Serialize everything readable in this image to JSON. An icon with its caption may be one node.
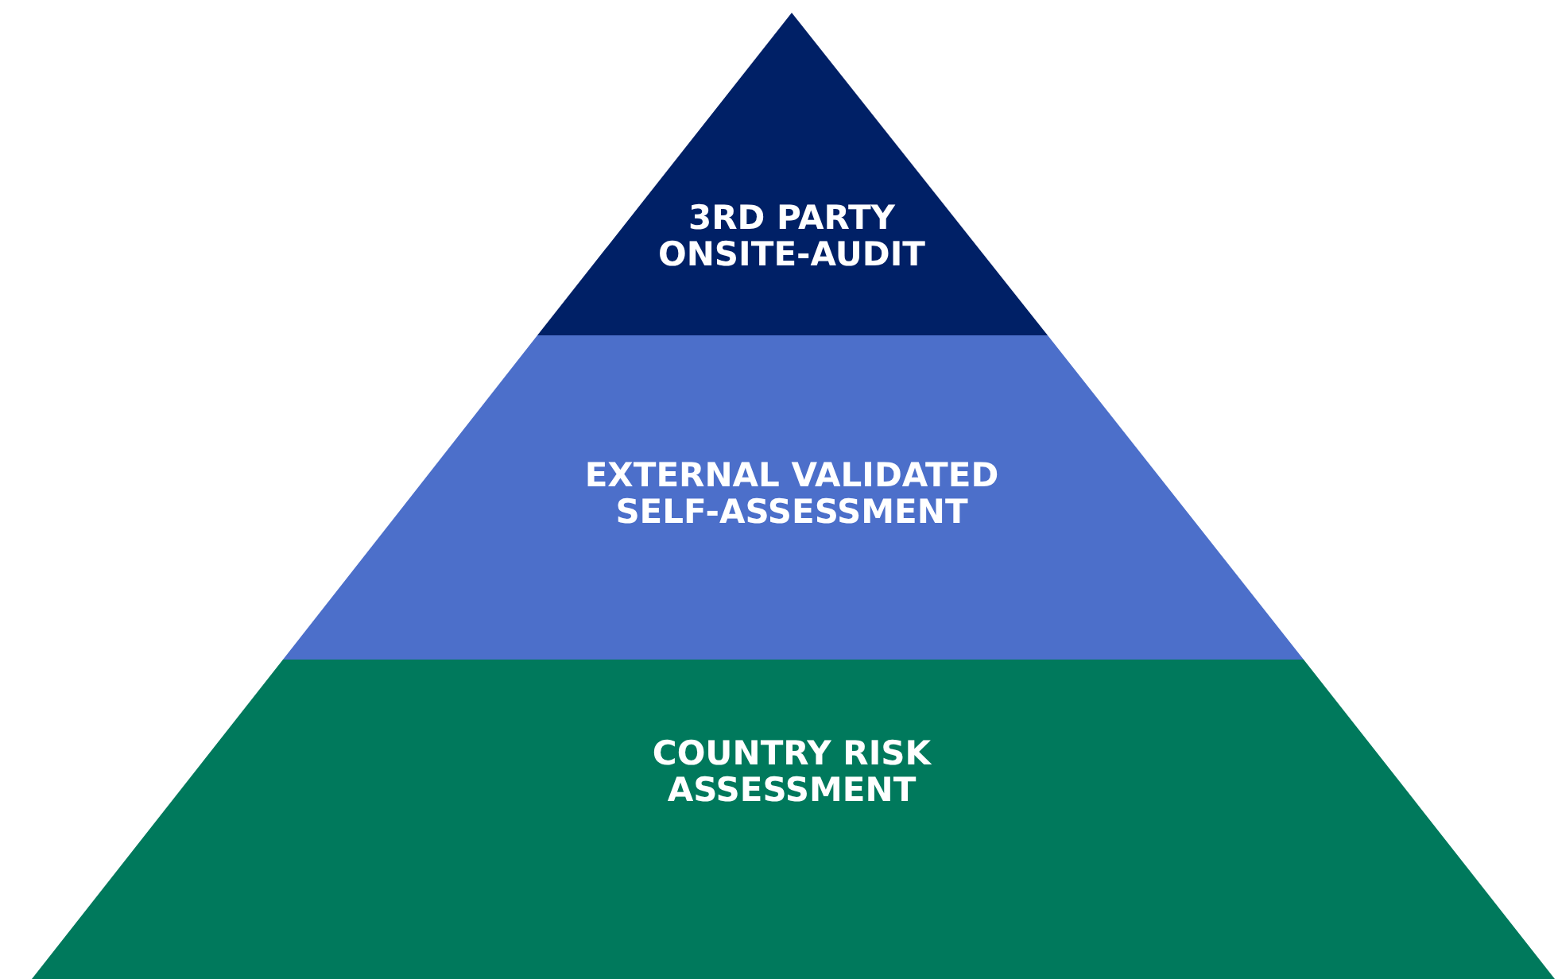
{
  "diagram": {
    "nodes": [
      {
        "text": [
          "3RD PARTY ONSITE-AUDIT"
        ]
      },
      {
        "text": [
          "EXTERNAL VALIDATED SELF-ASSESSMENT"
        ]
      },
      {
        "text": [
          "COUNTRY RISK ASSESSMENT"
        ]
      }
    ]
  }
}
